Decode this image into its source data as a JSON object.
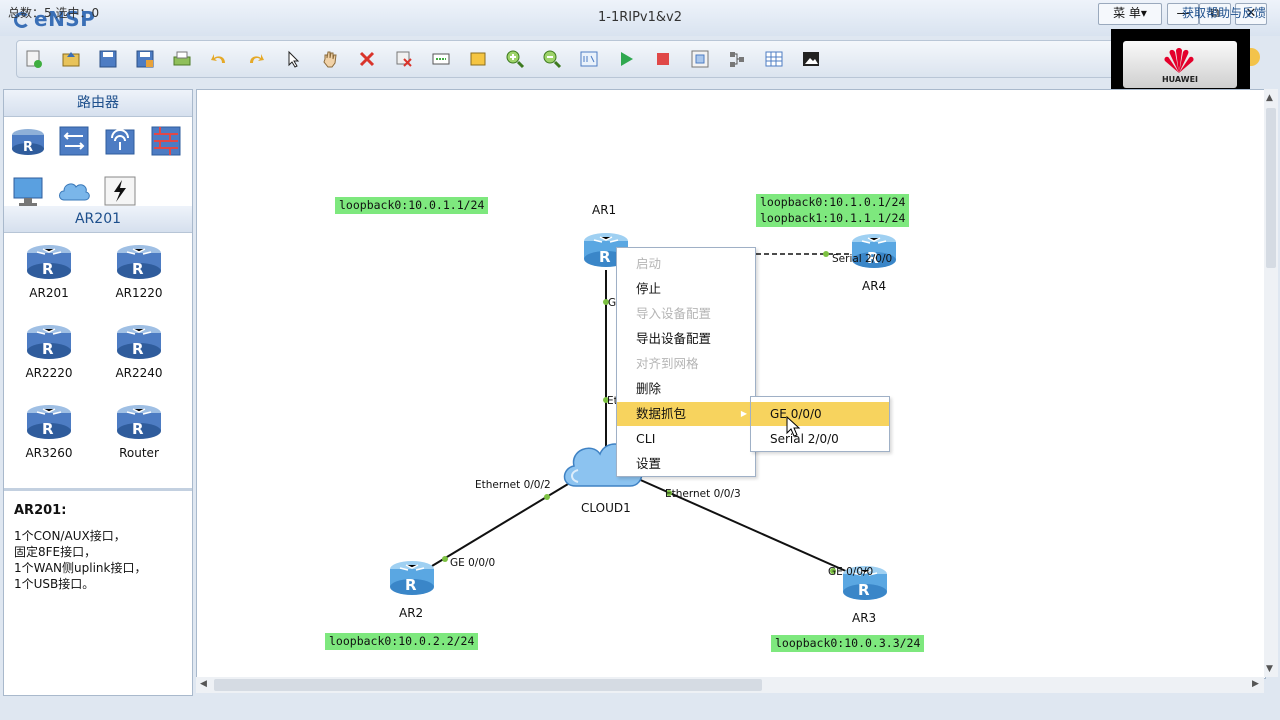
{
  "app": {
    "name": "eNSP",
    "window_title": "1-1RIPv1&v2"
  },
  "window_controls": {
    "menu_label": "菜 单▾",
    "minimize": "—",
    "restore": "⧉",
    "close": "✕"
  },
  "huawei": {
    "brand": "HUAWEI"
  },
  "left_panel": {
    "category_title": "路由器",
    "series_title": "AR201",
    "devices": [
      "AR201",
      "AR1220",
      "AR2220",
      "AR2240",
      "AR3260",
      "Router"
    ],
    "info": {
      "title": "AR201:",
      "lines": [
        "1个CON/AUX接口，",
        "固定8FE接口，",
        "1个WAN侧uplink接口，",
        "1个USB接口。"
      ]
    }
  },
  "topology": {
    "nodes": {
      "ar1": "AR1",
      "ar2": "AR2",
      "ar3": "AR3",
      "ar4": "AR4",
      "cloud": "CLOUD1"
    },
    "ports": {
      "ar1_ge": "G",
      "ar1_eth": "Et",
      "ar4_serial": "Serial 2/0/0",
      "cloud_eth2": "Ethernet 0/0/2",
      "cloud_eth3": "Ethernet 0/0/3",
      "ar2_ge": "GE 0/0/0",
      "ar3_ge": "GE 0/0/0"
    },
    "labels": {
      "ar1_lb": "loopback0:10.0.1.1/24",
      "ar4_lb0": "loopback0:10.1.0.1/24",
      "ar4_lb1": "loopback1:10.1.1.1/24",
      "ar2_lb": "loopback0:10.0.2.2/24",
      "ar3_lb": "loopback0:10.0.3.3/24"
    }
  },
  "context_menu": {
    "items": [
      {
        "label": "启动",
        "enabled": false
      },
      {
        "label": "停止",
        "enabled": true
      },
      {
        "label": "导入设备配置",
        "enabled": false
      },
      {
        "label": "导出设备配置",
        "enabled": true
      },
      {
        "label": "对齐到网格",
        "enabled": false
      },
      {
        "label": "删除",
        "enabled": true
      },
      {
        "label": "数据抓包",
        "enabled": true,
        "highlighted": true
      },
      {
        "label": "CLI",
        "enabled": true
      },
      {
        "label": "设置",
        "enabled": true
      }
    ],
    "submenu": [
      "GE 0/0/0",
      "Serial 2/0/0"
    ]
  },
  "status": {
    "left": "总数：5  选中：0",
    "right": "获取帮助与反馈"
  },
  "colors": {
    "accent": "#3a6fb6",
    "label_bg": "#7ee87e",
    "menu_highlight": "#f7d35e",
    "port_dot": "#7dc142"
  }
}
